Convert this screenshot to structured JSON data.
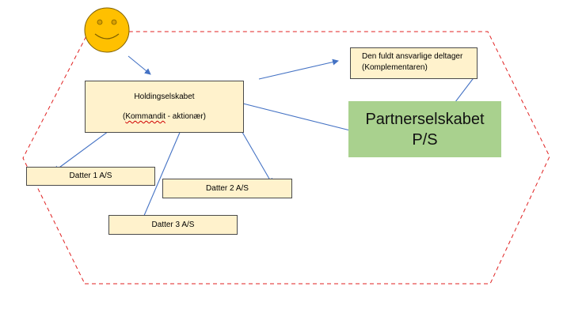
{
  "holding": {
    "title": "Holdingselskabet",
    "subtitle_underlined": "Kommandit",
    "subtitle_rest": " - aktionær)",
    "subtitle_open": "("
  },
  "komplementar": {
    "line1": "Den fuldt ansvarlige deltager",
    "line2": "(Komplementaren)"
  },
  "partner": {
    "line1": "Partnerselskabet",
    "line2": "P/S"
  },
  "datter1": {
    "label": "Datter 1 A/S"
  },
  "datter2": {
    "label": "Datter 2 A/S"
  },
  "datter3": {
    "label": "Datter 3 A/S"
  },
  "colors": {
    "box_fill": "#fff2cc",
    "partner_fill": "#a9d18e",
    "arrow": "#4472c4",
    "boundary": "#e02020",
    "smiley_fill": "#ffc000"
  },
  "icons": {
    "owner": "smiley-face-icon"
  }
}
